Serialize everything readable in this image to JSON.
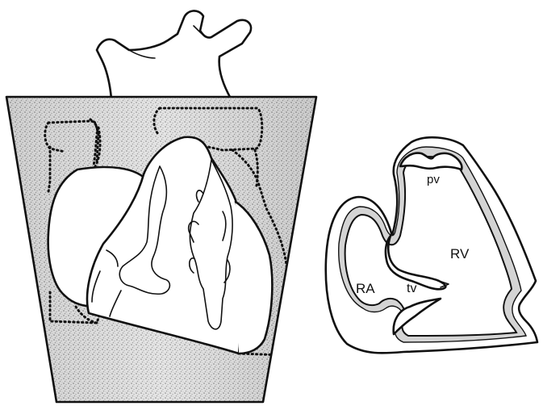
{
  "labels": {
    "pulmonary_valve": "pv",
    "right_ventricle": "RV",
    "right_atrium": "RA",
    "tricuspid_valve": "tv"
  },
  "colors": {
    "ink": "#111111",
    "screen_tone": "#c8c8c8",
    "paper": "#ffffff"
  }
}
